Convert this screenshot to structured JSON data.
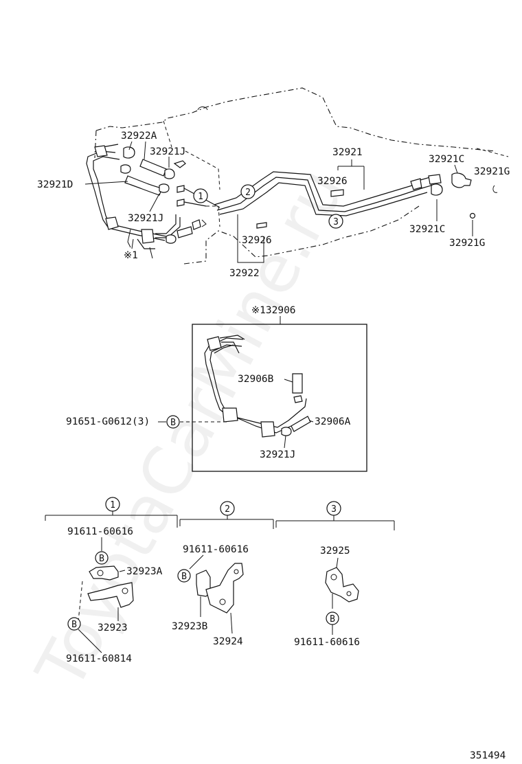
{
  "diagram": {
    "watermark": "ToyotaCarMine.ru",
    "page_code": "351494",
    "labels": {
      "p32922A": "32922A",
      "p32921J_top": "32921J",
      "p32921D": "32921D",
      "p32921J_mid": "32921J",
      "mark1": "※1",
      "p32921": "32921",
      "p32926_a": "32926",
      "p32926_b": "32926",
      "p32922": "32922",
      "p32921C_a": "32921C",
      "p32921G_a": "32921G",
      "p32921C_b": "32921C",
      "p32921G_b": "32921G",
      "assy_32906": "※132906",
      "p32906B": "32906B",
      "p32906A": "32906A",
      "bolt_91651": "91651-G0612(3)",
      "p32921J_box": "32921J",
      "g1_bolt_top": "91611-60616",
      "p32923A": "32923A",
      "p32923": "32923",
      "g1_bolt_bottom": "91611-60814",
      "g2_bolt": "91611-60616",
      "p32923B": "32923B",
      "p32924": "32924",
      "p32925": "32925",
      "g3_bolt": "91611-60616"
    },
    "callouts": {
      "c1": "1",
      "c2": "2",
      "c3": "3",
      "g1": "1",
      "g2": "2",
      "g3": "3"
    },
    "bolt_marks": {
      "b_box": "B",
      "b_g1_top": "B",
      "b_g1_bottom": "B",
      "b_g2": "B",
      "b_g3": "B"
    }
  }
}
